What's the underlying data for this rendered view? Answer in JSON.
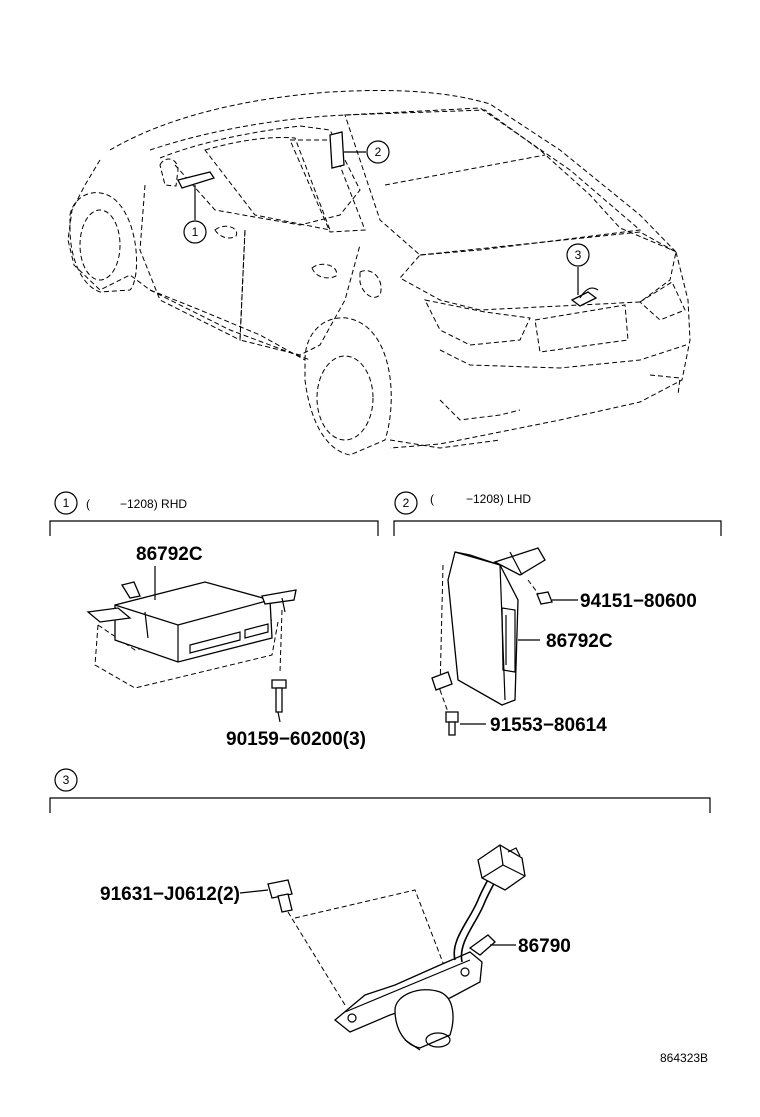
{
  "callouts": {
    "c1": "1",
    "c2": "2",
    "c3": "3"
  },
  "sections": {
    "s1": {
      "num": "1",
      "paren": "(",
      "label": "−1208) RHD"
    },
    "s2": {
      "num": "2",
      "paren": "(",
      "label": "−1208) LHD"
    },
    "s3": {
      "num": "3"
    }
  },
  "parts": {
    "p1_module": "86792C",
    "p1_bolt": "90159−60200(3)",
    "p2_nut": "94151−80600",
    "p2_module": "86792C",
    "p2_bolt": "91553−80614",
    "p3_bolt": "91631−J0612(2)",
    "p3_camera": "86790"
  },
  "diagram_code": "864323B"
}
